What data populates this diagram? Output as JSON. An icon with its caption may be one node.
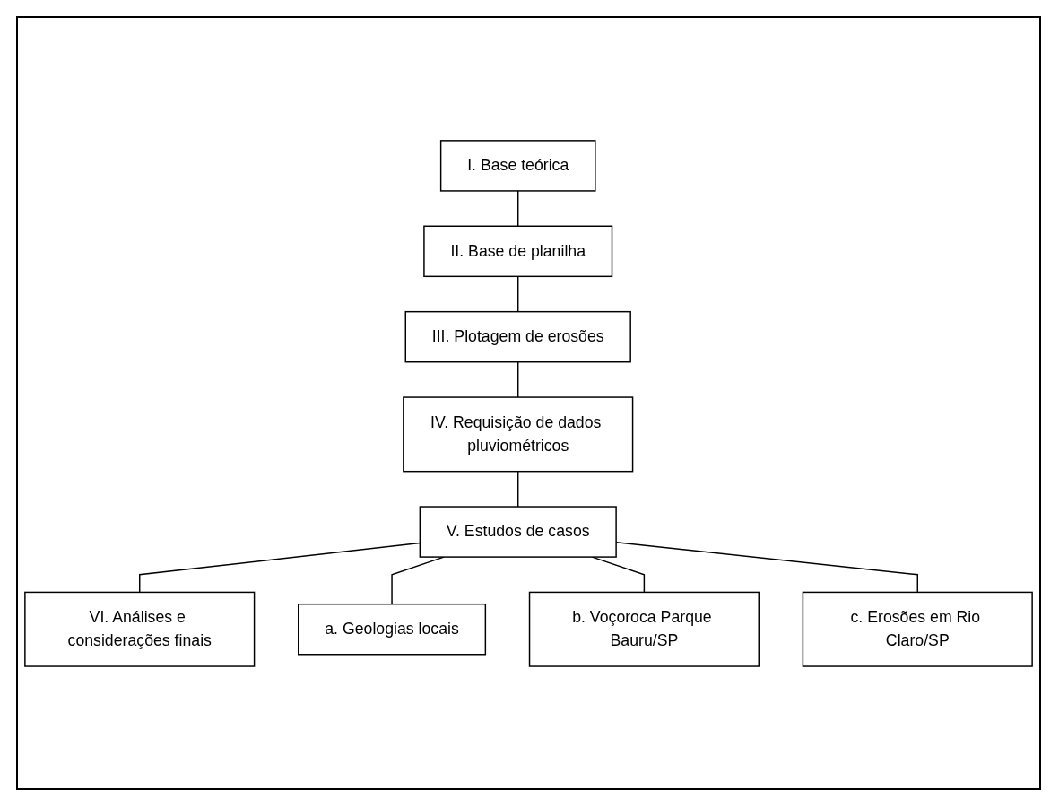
{
  "diagram": {
    "nodes": [
      {
        "text": [
          "I. Base teórica"
        ]
      },
      {
        "text": [
          "II. Base de planilha"
        ]
      },
      {
        "text": [
          "III. Plotagem de erosões"
        ]
      },
      {
        "text": [
          "IV. Requisição de dados pluviométricos"
        ]
      },
      {
        "text": [
          "V. Estudos de casos"
        ]
      },
      {
        "text": [
          "VI. Análises e considerações finais"
        ]
      },
      {
        "text": [
          "a. Geologias locais"
        ]
      },
      {
        "text": [
          "b. Voçoroca Parque Bauru/SP"
        ]
      },
      {
        "text": [
          "c. Erosões em Rio Claro/SP"
        ]
      }
    ],
    "edges": [
      {
        "from": 0,
        "to": 1,
        "arrow": "none"
      },
      {
        "from": 1,
        "to": 2,
        "arrow": "none"
      },
      {
        "from": 2,
        "to": 3,
        "arrow": "none"
      },
      {
        "from": 3,
        "to": 4,
        "arrow": "none"
      },
      {
        "from": 4,
        "to": 5,
        "arrow": "none"
      },
      {
        "from": 4,
        "to": 6,
        "arrow": "none"
      },
      {
        "from": 4,
        "to": 7,
        "arrow": "none"
      },
      {
        "from": 4,
        "to": 8,
        "arrow": "none"
      }
    ]
  }
}
